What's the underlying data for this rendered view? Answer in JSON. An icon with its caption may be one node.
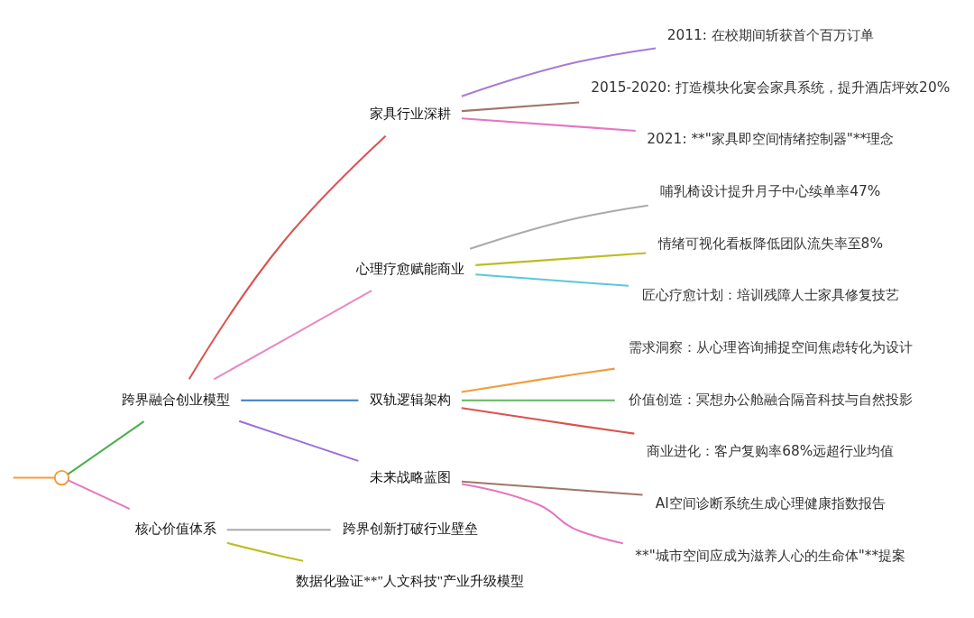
{
  "diagram": {
    "nodes": [
      {
        "text": [],
        "shape": "circle"
      },
      {
        "text": [
          "跨界融合创业模型"
        ]
      },
      {
        "text": [
          "家具行业深耕"
        ]
      },
      {
        "text": [
          "2011: 在校期间斩获首个百万订单"
        ]
      },
      {
        "text": [
          "2015-2020: 打造模块化宴会家具系统，提升酒店坪效20%"
        ]
      },
      {
        "text": [
          "2021: **\"家具即空间情绪控制器\"**理念"
        ]
      },
      {
        "text": [
          "心理疗愈赋能商业"
        ]
      },
      {
        "text": [
          "哺乳椅设计提升月子中心续单率47%"
        ]
      },
      {
        "text": [
          "情绪可视化看板降低团队流失率至8%"
        ]
      },
      {
        "text": [
          "匠心疗愈计划：培训残障人士家具修复技艺"
        ]
      },
      {
        "text": [
          "双轨逻辑架构"
        ]
      },
      {
        "text": [
          "需求洞察：从心理咨询捕捉空间焦虑转化为设计"
        ]
      },
      {
        "text": [
          "价值创造：冥想办公舱融合隔音科技与自然投影"
        ]
      },
      {
        "text": [
          "商业进化：客户复购率68%远超行业均值"
        ]
      },
      {
        "text": [
          "未来战略蓝图"
        ]
      },
      {
        "text": [
          "AI空间诊断系统生成心理健康指数报告"
        ]
      },
      {
        "text": [
          "**\"城市空间应成为滋养人心的生命体\"**提案"
        ]
      },
      {
        "text": [
          "核心价值体系"
        ]
      },
      {
        "text": [
          "跨界创新打破行业壁垒"
        ]
      },
      {
        "text": [
          "数据化验证**\"人文科技\"产业升级模型"
        ]
      }
    ],
    "edges": [
      {
        "from": null,
        "to": 0,
        "arrow": "none",
        "color": "#f39c3c"
      },
      {
        "from": 0,
        "to": 1,
        "arrow": "none",
        "color": "#4caf50"
      },
      {
        "from": 1,
        "to": 2,
        "arrow": "none",
        "color": "#d9534f"
      },
      {
        "from": 2,
        "to": 3,
        "arrow": "none",
        "color": "#a77bd6"
      },
      {
        "from": 2,
        "to": 4,
        "arrow": "none",
        "color": "#a0756a"
      },
      {
        "from": 2,
        "to": 5,
        "arrow": "none",
        "color": "#e377c2"
      },
      {
        "from": 1,
        "to": 6,
        "arrow": "none",
        "color": "#e78ac3"
      },
      {
        "from": 6,
        "to": 7,
        "arrow": "none",
        "color": "#aaaaaa"
      },
      {
        "from": 6,
        "to": 8,
        "arrow": "none",
        "color": "#bcbd22"
      },
      {
        "from": 6,
        "to": 9,
        "arrow": "none",
        "color": "#5bc8d8"
      },
      {
        "from": 1,
        "to": 10,
        "arrow": "none",
        "color": "#3a7ebf"
      },
      {
        "from": 10,
        "to": 11,
        "arrow": "none",
        "color": "#f39c3c"
      },
      {
        "from": 10,
        "to": 12,
        "arrow": "none",
        "color": "#5cb85c"
      },
      {
        "from": 10,
        "to": 13,
        "arrow": "none",
        "color": "#d9534f"
      },
      {
        "from": 1,
        "to": 14,
        "arrow": "none",
        "color": "#9c6fd6"
      },
      {
        "from": 14,
        "to": 15,
        "arrow": "none",
        "color": "#a0756a"
      },
      {
        "from": 14,
        "to": 16,
        "arrow": "none",
        "color": "#e377c2"
      },
      {
        "from": 0,
        "to": 17,
        "arrow": "none",
        "color": "#e377c2"
      },
      {
        "from": 17,
        "to": 18,
        "arrow": "none",
        "color": "#aaaaaa"
      },
      {
        "from": 17,
        "to": 19,
        "arrow": "none",
        "color": "#bcbd22"
      }
    ]
  }
}
